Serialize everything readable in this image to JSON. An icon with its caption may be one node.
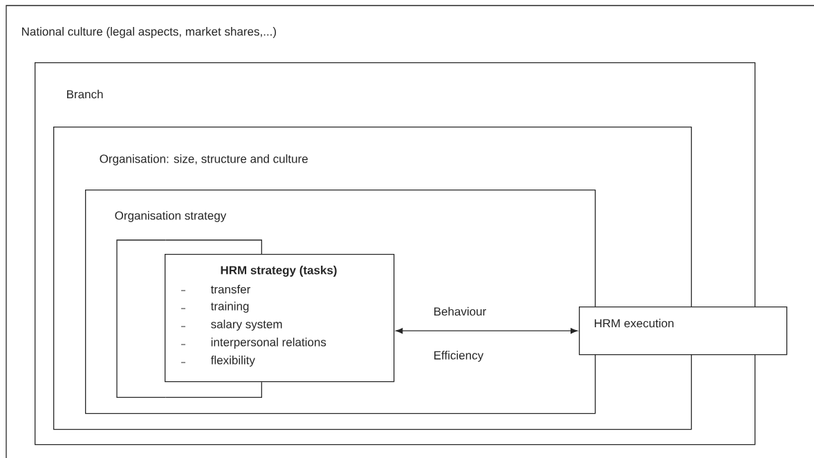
{
  "diagram": {
    "nodes": [
      {
        "text": [
          "National culture (legal aspects, market shares,...)"
        ]
      },
      {
        "text": [
          "Branch"
        ],
        "in": 0
      },
      {
        "text": [
          "Organisation: size, structure and culture"
        ],
        "in": 1
      },
      {
        "text": [
          "Organisation strategy"
        ],
        "in": 2
      },
      {
        "text": [],
        "shape": "box",
        "in": 3
      },
      {
        "text": [
          "HRM strategy (tasks)",
          "transfer",
          "training",
          "salary system",
          "interpersonal relations",
          "flexibility"
        ],
        "in": 3
      },
      {
        "text": [
          "HRM execution"
        ],
        "in": 0
      }
    ],
    "edges": [
      {
        "from": 5,
        "to": 6,
        "arrow": "both"
      }
    ],
    "labels": [
      "Behaviour",
      "Efficiency"
    ]
  }
}
